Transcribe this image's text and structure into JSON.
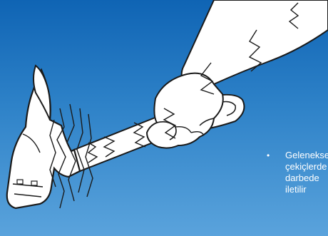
{
  "caption": {
    "bullet": "•",
    "lines": [
      "Geleneksel",
      "çekiçlerde",
      "darbede",
      "iletilir"
    ]
  },
  "colors": {
    "background_top": "#0f64b4",
    "background_bottom": "#5aa3dc",
    "line_art": "#1a1a1a",
    "fill": "#ffffff",
    "caption_text": "#ffffff"
  },
  "icons": [
    "hammer-icon",
    "hand-icon",
    "vibration-icon"
  ]
}
